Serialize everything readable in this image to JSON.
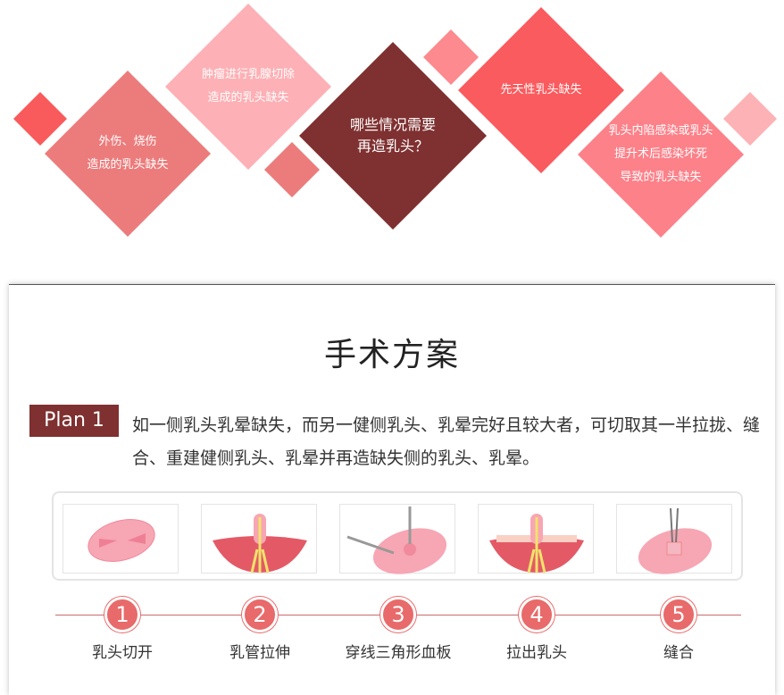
{
  "reasons": {
    "center": [
      "哪些情况需要",
      "再造乳头？"
    ],
    "items": [
      [
        "外伤、烧伤",
        "造成的乳头缺失"
      ],
      [
        "肿瘤进行乳腺切除",
        "造成的乳头缺失"
      ],
      [
        "先天性乳头缺失"
      ],
      [
        "乳头内陷感染或乳头",
        "提升术后感染坏死",
        "导致的乳头缺失"
      ]
    ]
  },
  "section": {
    "title": "手术方案",
    "plan_label": "Plan 1",
    "plan_text": "如一侧乳头乳晕缺失，而另一健侧乳头、乳晕完好且较大者，可切取其一半拉拢、缝合、重建健侧乳头、乳晕并再造缺失侧的乳头、乳晕。"
  },
  "steps": [
    {
      "num": "1",
      "label": "乳头切开"
    },
    {
      "num": "2",
      "label": "乳管拉伸"
    },
    {
      "num": "3",
      "label": "穿线三角形血板"
    },
    {
      "num": "4",
      "label": "拉出乳头"
    },
    {
      "num": "5",
      "label": "缝合"
    }
  ],
  "colors": {
    "dark": "#7f3030",
    "red": "#f95a5b",
    "pink": "#ec7c7c",
    "light": "#fdb0b5",
    "rose": "#fc8189"
  }
}
